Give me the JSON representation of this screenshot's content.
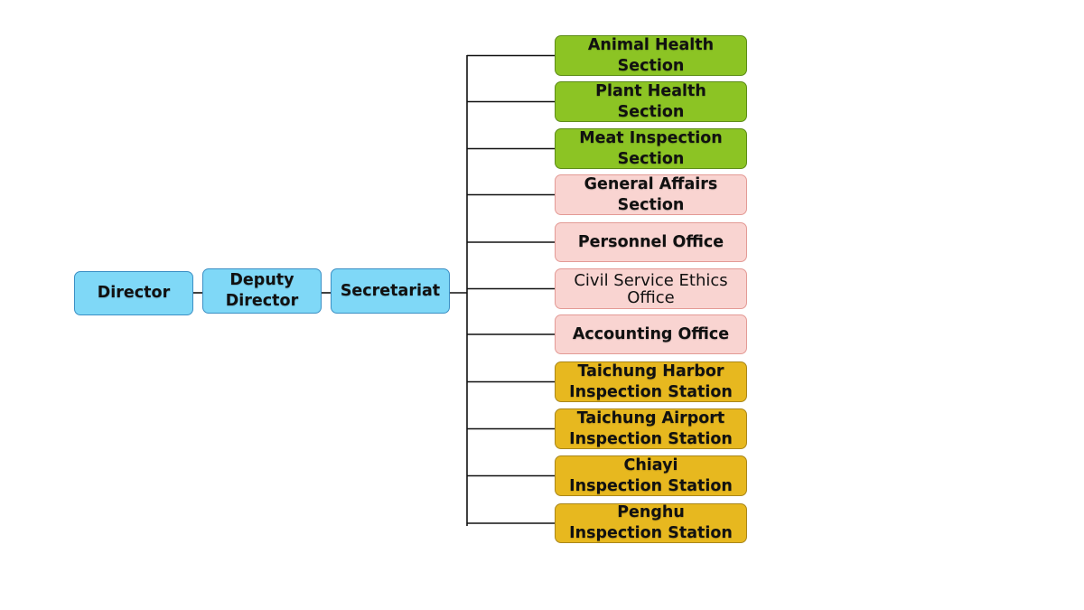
{
  "colors": {
    "leadership": "#7fd8f7",
    "health_sections": "#8cc424",
    "administrative_offices": "#f9d4d1",
    "inspection_stations": "#e7b81f",
    "connector": "#111111"
  },
  "org_chart": {
    "director": {
      "label": "Director"
    },
    "deputy_director": {
      "label": "Deputy\nDirector"
    },
    "secretariat": {
      "label": "Secretariat"
    },
    "units": [
      {
        "label": "Animal Health\nSection",
        "group": "health_sections"
      },
      {
        "label": "Plant Health\nSection",
        "group": "health_sections"
      },
      {
        "label": "Meat Inspection\nSection",
        "group": "health_sections"
      },
      {
        "label": "General Affairs\nSection",
        "group": "administrative_offices"
      },
      {
        "label": "Personnel Office",
        "group": "administrative_offices"
      },
      {
        "label": "Civil Service Ethics\nOffice",
        "group": "administrative_offices"
      },
      {
        "label": "Accounting Office",
        "group": "administrative_offices"
      },
      {
        "label": "Taichung Harbor\nInspection Station",
        "group": "inspection_stations"
      },
      {
        "label": "Taichung Airport\nInspection Station",
        "group": "inspection_stations"
      },
      {
        "label": "Chiayi\nInspection Station",
        "group": "inspection_stations"
      },
      {
        "label": "Penghu\nInspection Station",
        "group": "inspection_stations"
      }
    ]
  }
}
